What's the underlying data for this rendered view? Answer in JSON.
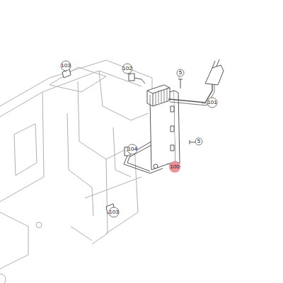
{
  "diagram": {
    "labels": [
      "103",
      "102",
      "5",
      "101",
      "5",
      "104",
      "100",
      "103"
    ]
  }
}
